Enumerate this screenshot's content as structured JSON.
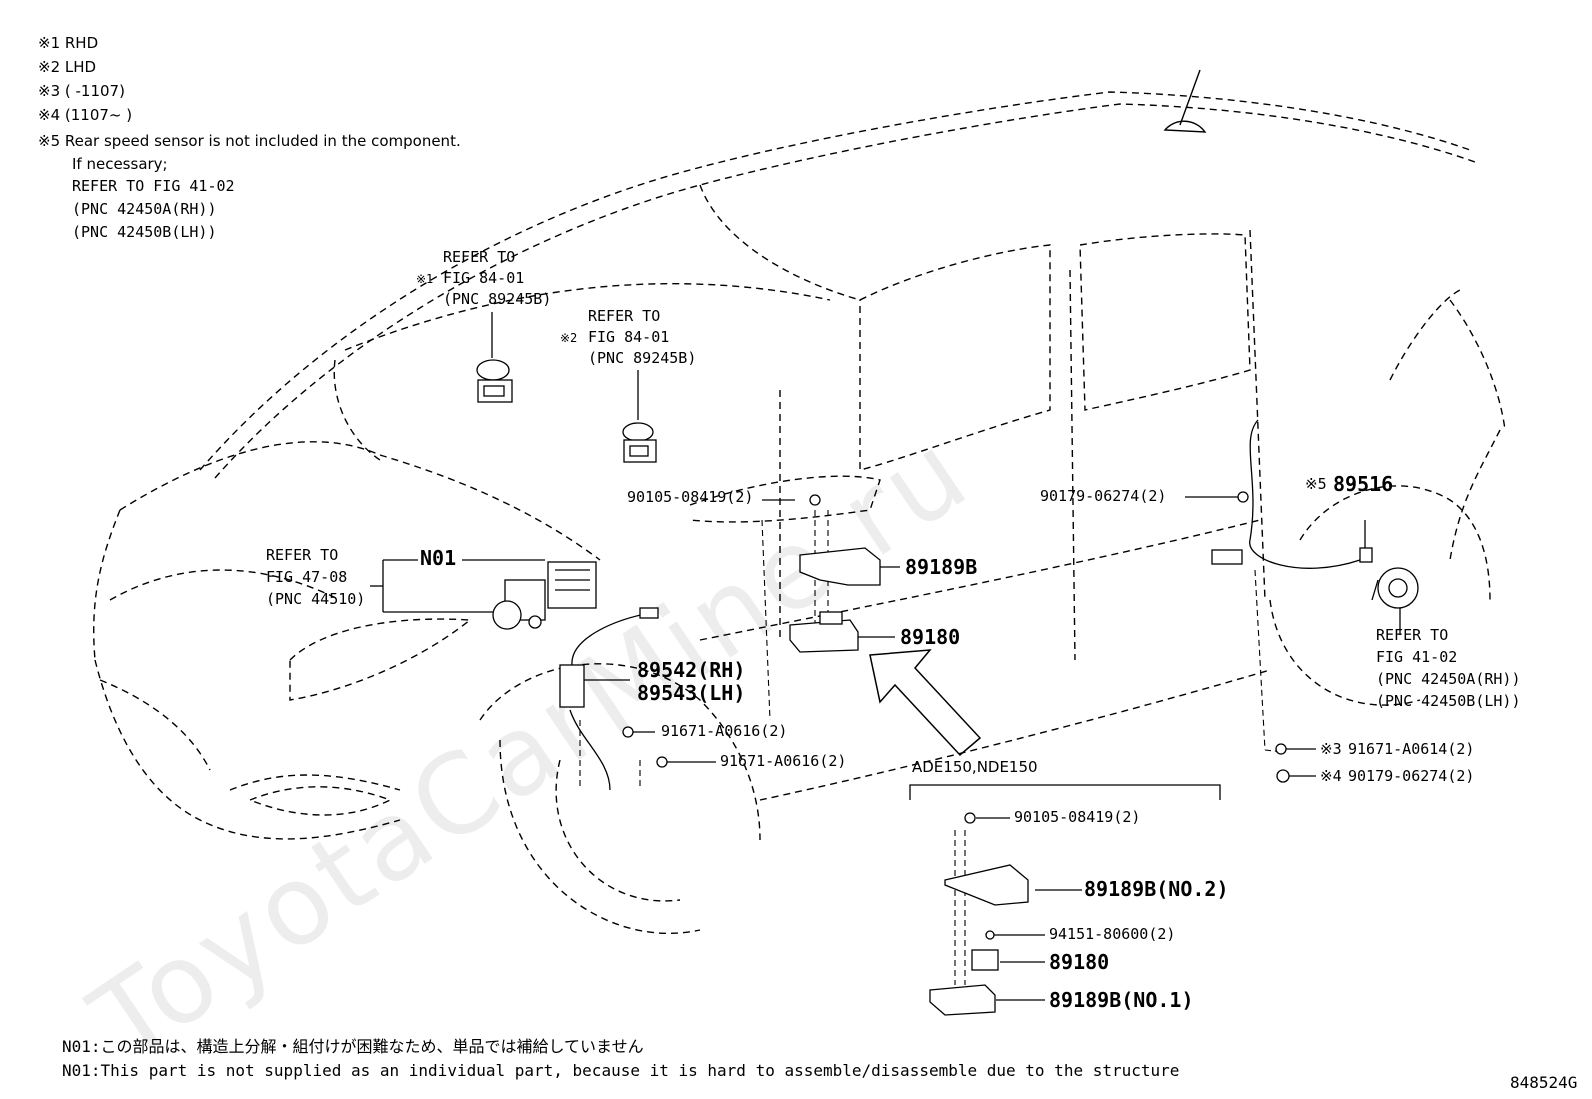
{
  "notes": {
    "n1": "※1  RHD",
    "n2": "※2  LHD",
    "n3": "※3  (      -1107)",
    "n4": "※4  (1107~      )",
    "n5": "※5 Rear speed sensor is not included in the component.",
    "n5_sub1": "If necessary;",
    "n5_ref1": "REFER TO FIG 41-02",
    "n5_ref2": "(PNC 42450A(RH))",
    "n5_ref3": "(PNC 42450B(LH))"
  },
  "refs": {
    "r1_mark": "※1",
    "r1_l1": "REFER TO",
    "r1_l2": "FIG 84-01",
    "r1_l3": "(PNC 89245B)",
    "r2_mark": "※2",
    "r2_l1": "REFER TO",
    "r2_l2": "FIG 84-01",
    "r2_l3": "(PNC 89245B)",
    "r3_l1": "REFER TO",
    "r3_l2": "FIG 47-08",
    "r3_l3": "(PNC 44510)",
    "r4_l1": "REFER TO",
    "r4_l2": "FIG 41-02",
    "r4_l3": "(PNC 42450A(RH))",
    "r4_l4": "(PNC 42450B(LH))"
  },
  "parts": {
    "n01": "N01",
    "p_90105_a": "90105-08419(2)",
    "p_89189b": "89189B",
    "p_89180": "89180",
    "p_89542": "89542(RH)",
    "p_89543": "89543(LH)",
    "p_91671_a": "91671-A0616(2)",
    "p_91671_b": "91671-A0616(2)",
    "p_90179_a": "90179-06274(2)",
    "p_89516_mark": "※5",
    "p_89516": "89516",
    "p_91671_c_mark": "※3",
    "p_91671_c": "91671-A0614(2)",
    "p_90179_b_mark": "※4",
    "p_90179_b": "90179-06274(2)"
  },
  "inset": {
    "title": "ADE150,NDE150",
    "p_90105": "90105-08419(2)",
    "p_89189b_no2": "89189B(NO.2)",
    "p_94151": "94151-80600(2)",
    "p_89180": "89180",
    "p_89189b_no1": "89189B(NO.1)"
  },
  "footer": {
    "jp": "N01:この部品は、構造上分解・組付けが困難なため、単品では補給していません",
    "en": "N01:This part is not supplied as an individual part, because it is hard to assemble/disassemble due to the structure",
    "code": "848524G"
  },
  "watermark": "ToyotaCarMine.ru"
}
